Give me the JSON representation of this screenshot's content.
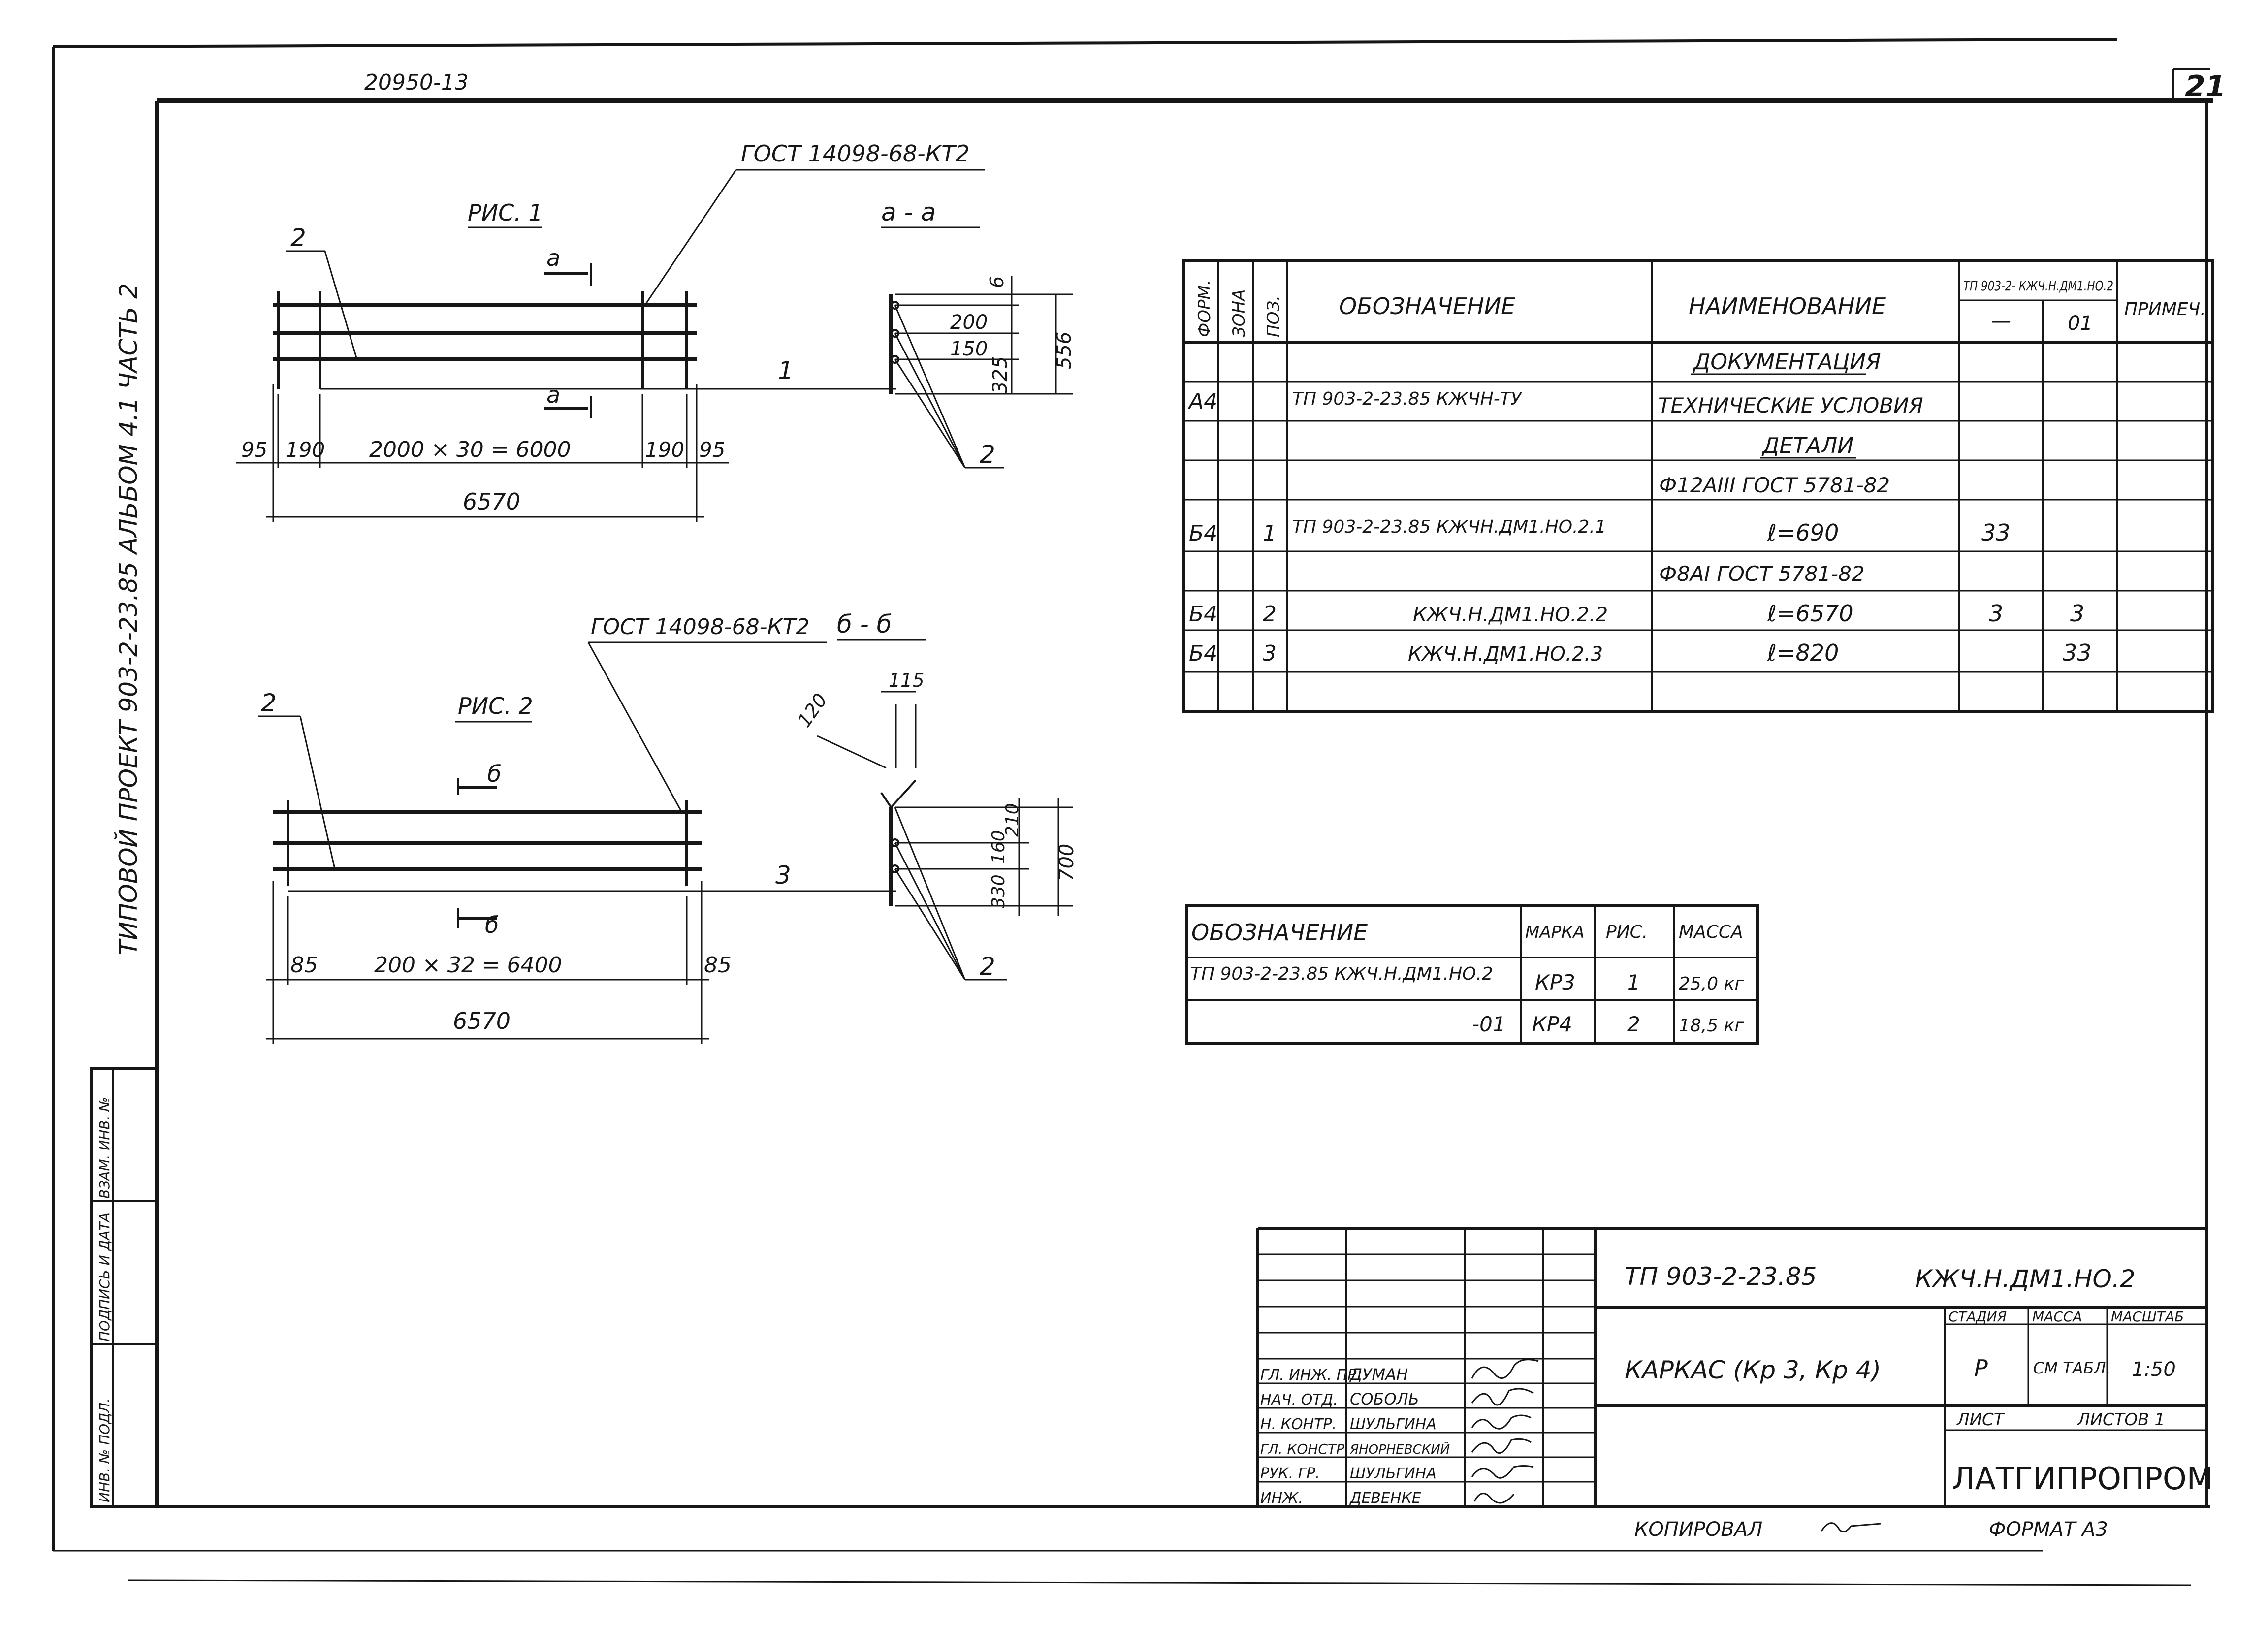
{
  "header": {
    "archive_number": "20950-13",
    "sheet_number": "21"
  },
  "side_label": {
    "series": "ТИПОВОЙ ПРОЕКТ 903-2-23.85 АЛЬБОМ 4.1 ЧАСТЬ 2"
  },
  "left_stamp": {
    "columns": [
      "ИНВ. № ПОДЛ.",
      "ПОДПИСЬ И ДАТА",
      "ВЗАМ. ИНВ. №"
    ]
  },
  "fig1": {
    "title": "РИС. 1",
    "gost": "ГОСТ 14098-68-КТ2",
    "section_mark": "а",
    "pos_bars": "2",
    "pos_cross": "1",
    "dims": [
      "95",
      "190",
      "2000 × 30 = 6000",
      "190",
      "95"
    ],
    "total": "6570"
  },
  "section_a": {
    "title": "а - а",
    "dims": [
      "6",
      "200",
      "150",
      "325",
      "556"
    ],
    "pos": "2"
  },
  "fig2": {
    "title": "РИС. 2",
    "gost": "ГОСТ 14098-68-КТ2",
    "section_mark": "б",
    "pos_bars": "2",
    "pos_cross": "3",
    "dims": [
      "85",
      "200 × 32 = 6400",
      "85"
    ],
    "total": "6570"
  },
  "section_b": {
    "title": "б - б",
    "dims": [
      "115",
      "120",
      "330",
      "160",
      "210",
      "700"
    ],
    "pos": "2"
  },
  "spec": {
    "headers": {
      "format": "ФОРМ.",
      "zone": "ЗОНА",
      "pos": "ПОЗ.",
      "designation": "ОБОЗНАЧЕНИЕ",
      "name": "НАИМЕНОВАНИЕ",
      "qty_group": "ТП 903-2- КЖЧ.Н.ДМ1.НО.2",
      "qty_a": "—",
      "qty_b": "01",
      "note": "ПРИМЕЧ."
    },
    "rows": [
      {
        "format": "",
        "pos": "",
        "designation": "",
        "name": "ДОКУМЕНТАЦИЯ",
        "qa": "",
        "qb": ""
      },
      {
        "format": "А4",
        "pos": "",
        "designation": "ТП 903-2-23.85 КЖЧН-ТУ",
        "name": "ТЕХНИЧЕСКИЕ УСЛОВИЯ",
        "qa": "",
        "qb": ""
      },
      {
        "format": "",
        "pos": "",
        "designation": "",
        "name": "ДЕТАЛИ",
        "qa": "",
        "qb": ""
      },
      {
        "format": "",
        "pos": "",
        "designation": "",
        "name": "Ф12АIII ГОСТ 5781-82",
        "qa": "",
        "qb": ""
      },
      {
        "format": "Б4",
        "pos": "1",
        "designation": "ТП 903-2-23.85 КЖЧН.ДМ1.НО.2.1",
        "name": "ℓ=690",
        "qa": "33",
        "qb": ""
      },
      {
        "format": "",
        "pos": "",
        "designation": "",
        "name": "Ф8АI ГОСТ 5781-82",
        "qa": "",
        "qb": ""
      },
      {
        "format": "Б4",
        "pos": "2",
        "designation": "КЖЧ.Н.ДМ1.НО.2.2",
        "name": "ℓ=6570",
        "qa": "3",
        "qb": "3"
      },
      {
        "format": "Б4",
        "pos": "3",
        "designation": "КЖЧ.Н.ДМ1.НО.2.3",
        "name": "ℓ=820",
        "qa": "",
        "qb": "33"
      },
      {
        "format": "",
        "pos": "",
        "designation": "",
        "name": "",
        "qa": "",
        "qb": ""
      }
    ]
  },
  "marks": {
    "headers": [
      "ОБОЗНАЧЕНИЕ",
      "МАРКА",
      "РИС.",
      "МАССА"
    ],
    "rows": [
      {
        "designation": "ТП 903-2-23.85 КЖЧ.Н.ДМ1.НО.2",
        "mark": "КР3",
        "fig": "1",
        "mass": "25,0 кг"
      },
      {
        "designation": "-01",
        "mark": "КР4",
        "fig": "2",
        "mass": "18,5 кг"
      }
    ]
  },
  "title_block": {
    "code_left": "ТП 903-2-23.85",
    "code_right": "КЖЧ.Н.ДМ1.НО.2",
    "title": "КАРКАС (Кр 3, Кр 4)",
    "stage_label": "СТАДИЯ",
    "mass_label": "МАССА",
    "scale_label": "МАСШТАБ",
    "stage": "Р",
    "mass": "СМ ТАБЛ.",
    "scale": "1:50",
    "sheet_label": "ЛИСТ",
    "sheets_label": "ЛИСТОВ 1",
    "organization": "ЛАТГИПРОПРОМ",
    "people": [
      {
        "role": "ГЛ. ИНЖ. ПР.",
        "name": "ДУМАН"
      },
      {
        "role": "НАЧ. ОТД.",
        "name": "СОБОЛЬ"
      },
      {
        "role": "Н. КОНТР.",
        "name": "ШУЛЬГИНА"
      },
      {
        "role": "ГЛ. КОНСТР.",
        "name": "ЯНОРНЕВСКИЙ"
      },
      {
        "role": "РУК. ГР.",
        "name": "ШУЛЬГИНА"
      },
      {
        "role": "ИНЖ.",
        "name": "ДЕВЕНКЕ"
      }
    ],
    "copied_label": "КОПИРОВАЛ",
    "format_label": "ФОРМАТ А3"
  }
}
